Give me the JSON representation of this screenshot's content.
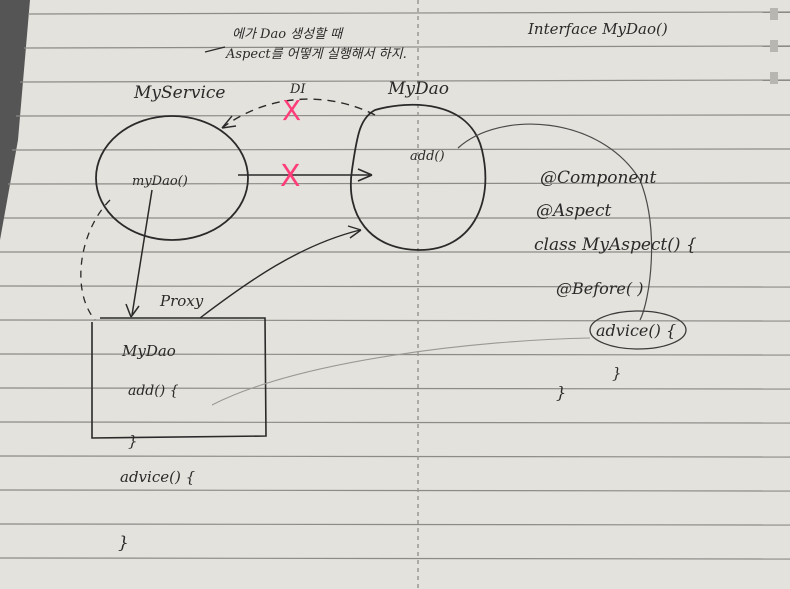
{
  "paper_color": "#e4e2dc",
  "ink_color": "#2a2a2a",
  "cross_color": "#ff3d7a",
  "note_top": {
    "line1": "에가 Dao 생성할 때",
    "line2": "Aspect를 어떻게 실행해서 하지."
  },
  "interface_label": "Interface MyDao()",
  "nodes": {
    "service": {
      "title": "MyService",
      "method": "myDao()"
    },
    "dao": {
      "title": "MyDao",
      "method": "add()"
    },
    "proxy": {
      "title": "Proxy",
      "field": "MyDao",
      "method": "add() {",
      "close": "}",
      "advice": "advice() {",
      "end": "}"
    }
  },
  "edges": {
    "di_label": "DI",
    "cross_mark": "X"
  },
  "aspect_code": {
    "line1": "@Component",
    "line2": "@Aspect",
    "line3": "class MyAspect() {",
    "line4": "@Before(  )",
    "line5": "advice() {",
    "line6": "}",
    "line7": "}"
  }
}
